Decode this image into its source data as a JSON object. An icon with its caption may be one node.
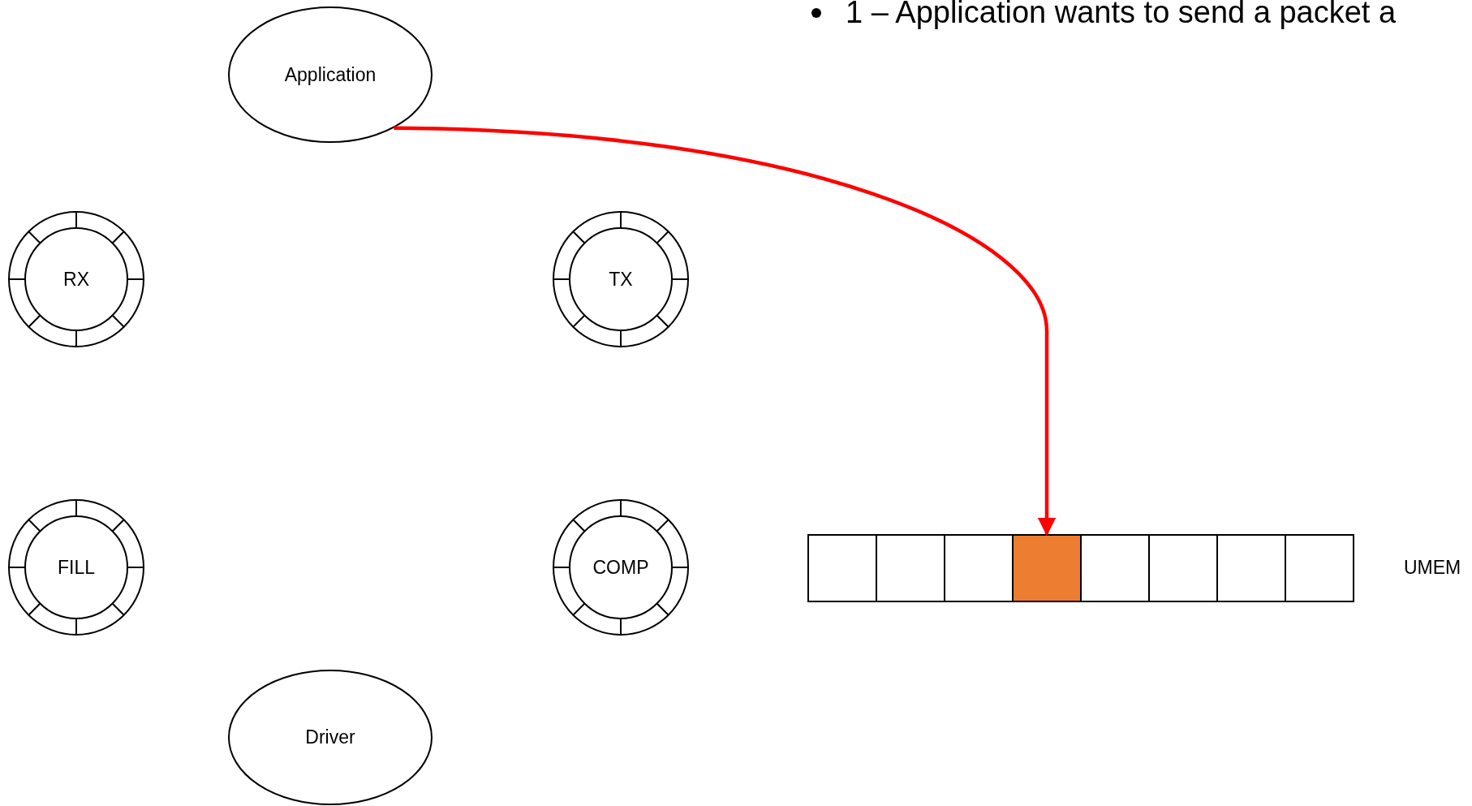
{
  "diagram": {
    "nodes": [
      {
        "text": [
          "Application"
        ]
      },
      {
        "text": [
          "RX"
        ]
      },
      {
        "text": [
          "TX"
        ]
      },
      {
        "text": [
          "FILL"
        ]
      },
      {
        "text": [
          "COMP"
        ]
      },
      {
        "text": [
          "Driver"
        ]
      },
      {
        "text": [],
        "shape": "box"
      },
      {
        "text": [],
        "shape": "box"
      },
      {
        "text": [],
        "shape": "box"
      },
      {
        "text": [],
        "shape": "box"
      },
      {
        "text": [],
        "shape": "box"
      },
      {
        "text": [],
        "shape": "box"
      },
      {
        "text": [],
        "shape": "box"
      },
      {
        "text": [],
        "shape": "box"
      }
    ],
    "edges": [
      {
        "from": 0,
        "to": 9,
        "arrow": "to",
        "color": "#ff0000"
      }
    ],
    "labels": [
      "1 – Application wants to send a packet a",
      "UMEM"
    ]
  }
}
